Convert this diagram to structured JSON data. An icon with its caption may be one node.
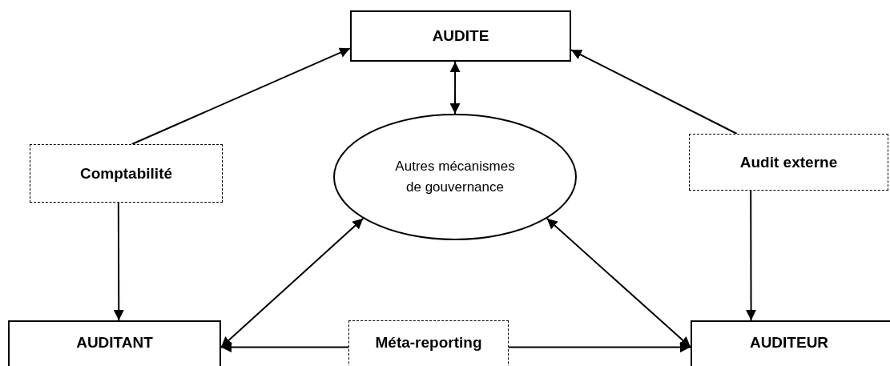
{
  "diagram": {
    "nodes": [
      {
        "text": [
          "AUDITE"
        ]
      },
      {
        "text": [
          "Comptabilité"
        ]
      },
      {
        "text": [
          "Autres mécanismes de gouvernance"
        ]
      },
      {
        "text": [
          "Audit externe"
        ]
      },
      {
        "text": [
          "AUDITANT"
        ]
      },
      {
        "text": [
          "Méta-reporting"
        ]
      },
      {
        "text": [
          "AUDITEUR"
        ]
      }
    ],
    "edges": [
      {
        "from": 1,
        "to": 0,
        "arrow": "to"
      },
      {
        "from": 3,
        "to": 0,
        "arrow": "to"
      },
      {
        "from": 0,
        "to": 2,
        "arrow": "both"
      },
      {
        "from": 1,
        "to": 4,
        "arrow": "to"
      },
      {
        "from": 3,
        "to": 6,
        "arrow": "to"
      },
      {
        "from": 2,
        "to": 4,
        "arrow": "both"
      },
      {
        "from": 2,
        "to": 6,
        "arrow": "both"
      },
      {
        "from": 5,
        "to": 4,
        "arrow": "to"
      },
      {
        "from": 5,
        "to": 6,
        "arrow": "to"
      }
    ]
  }
}
